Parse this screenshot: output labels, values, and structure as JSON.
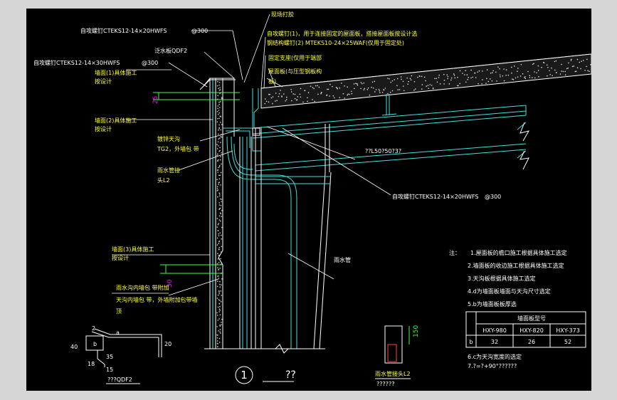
{
  "labels": {
    "screw_top": "自攻螺钉CTEKS12-14×20HWFS",
    "screw_top_spacing": "@300",
    "screw_left": "自攻螺钉CTEKS12-14×30HWFS",
    "screw_left_spacing": "@300",
    "flashing_board": "泛水板QDF2",
    "site_seal": "现场打胶",
    "screw_note_1": "自攻螺钉(1)，用于连接固定的屋面板，搭接屋面板按设计选",
    "screw_note_2": "钢结构螺钉(2) MTEKS10-24×25WAF(仅用于固定处)",
    "fixing_note": "固定支座(仅用于端部",
    "panel_note": "屋面板(与压型钢板构",
    "panel_note_2": "板)",
    "wall_1": "墙面(1)具体施工",
    "wall_1b": "按设计",
    "wall_2": "墙面(2)具体施工",
    "wall_2b": "按设计",
    "gutter_1": "镀锌天沟",
    "gutter_2": "TG2，外墙包 带",
    "downpipe_1": "雨水管接",
    "downpipe_2": "头L2",
    "angle_note": "??L50?50?3?",
    "screw_bottom": "自攻螺钉CTEKS12-14×20HWFS",
    "screw_bottom_spacing": "@300",
    "wall_3": "墙面(3)具体施工",
    "wall_3b": "按设计",
    "bottom_note_1": "雨水沟内墙包 带附加",
    "bottom_note_2": "天沟内墙包 带，外墙附加包带墙",
    "bottom_note_3": "顶",
    "downpipe": "雨水管",
    "dim_25": "25",
    "dim_30": "30",
    "section_no": "1",
    "section_title": "??",
    "profile_dims": {
      "top": "2",
      "a": "a",
      "left": "40",
      "b": "b",
      "right": "20",
      "d35": "35",
      "d18": "18",
      "d15": "15"
    },
    "profile_caption": "???QDF2",
    "pipe_dim": "150",
    "pipe_caption": "雨水管接头L2",
    "pipe_caption_2": "??????"
  },
  "notes": {
    "prefix": "注：",
    "items": [
      "1.屋面板的檐口施工根据具体施工选定",
      "2.墙面板的收边施工根据具体施工选定",
      "3.天沟板根据具体施工选定",
      "4.d为墙面板墙面与天沟尺寸选定",
      "5.b为墙面板板厚选"
    ],
    "item6": "6.c为天沟宽度的选定",
    "item7": "7.?=?+90°??????"
  },
  "table": {
    "header": "墙面板型号",
    "columns": [
      "HXY-980",
      "HXY-820",
      "HXY-373"
    ],
    "row_label": "b",
    "values": [
      "32",
      "26",
      "52"
    ]
  }
}
